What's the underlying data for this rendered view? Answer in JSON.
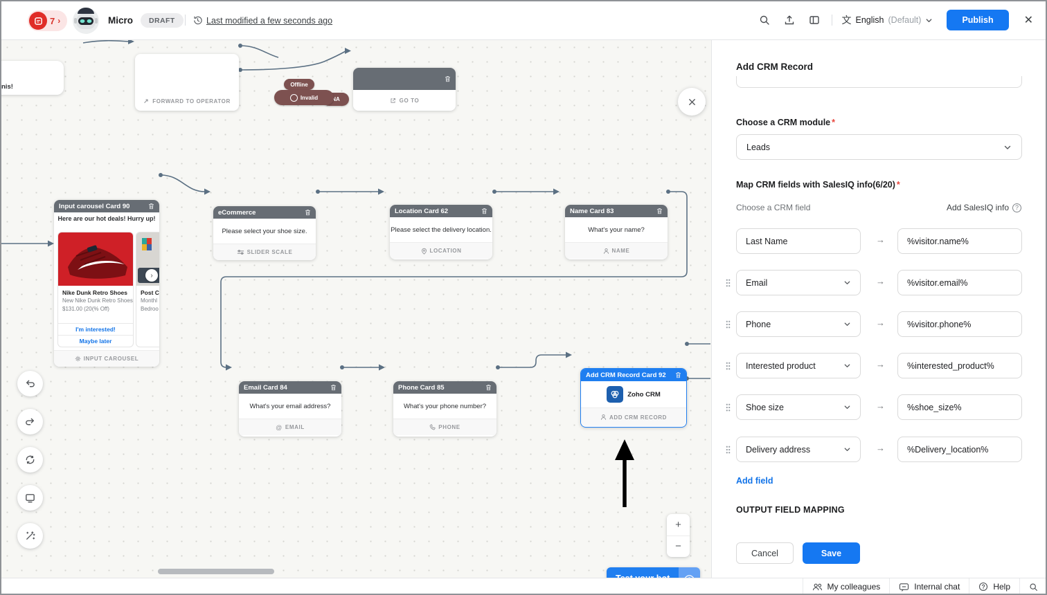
{
  "header": {
    "notif_count": "7",
    "notif_chevron": "›",
    "bot_name": "Micro",
    "status_badge": "DRAFT",
    "last_modified": "Last modified a few seconds ago",
    "translate_glyph": "文",
    "language": "English",
    "language_variant": "(Default)",
    "publish_label": "Publish",
    "close_glyph": "✕"
  },
  "canvas": {
    "partial_card_text": "nis!",
    "forward_card": {
      "label": "FORWARD TO OPERATOR",
      "arrow_glyph": "↗"
    },
    "goto_card": {
      "label": "GO TO"
    },
    "badges": {
      "offline": "Offline",
      "invalid": "Invalid",
      "na": "NA"
    },
    "carousel_card": {
      "title": "Input carousel Card 90",
      "message": "Here are our hot deals! Hurry up!",
      "product_title": "Nike Dunk Retro Shoes",
      "product_desc": "New Nike Dunk Retro Shoes",
      "product_price": "$131.00 (20(% Off)",
      "button1": "I'm interested!",
      "button2": "Maybe later",
      "next_glyph": "›",
      "next_title": "Post Cl",
      "next_desc1": "Monthl",
      "next_desc2": "Bedroo",
      "footer": "INPUT CAROUSEL"
    },
    "ecommerce_card": {
      "title": "eCommerce",
      "message": "Please select your shoe size.",
      "footer": "SLIDER SCALE"
    },
    "location_card": {
      "title": "Location Card 62",
      "message": "Please select the delivery location.",
      "footer": "LOCATION"
    },
    "name_card": {
      "title": "Name Card 83",
      "message": "What's your name?",
      "footer": "NAME"
    },
    "email_card": {
      "title": "Email Card 84",
      "message": "What's your email address?",
      "footer": "EMAIL"
    },
    "phone_card": {
      "title": "Phone Card 85",
      "message": "What's your phone number?",
      "footer": "PHONE"
    },
    "crm_card": {
      "title": "Add CRM Record Card 92",
      "service": "Zoho CRM",
      "footer": "ADD CRM RECORD"
    },
    "test_bot_label": "Test your bot",
    "zoom_in": "+",
    "zoom_out": "−"
  },
  "panel": {
    "title": "Add CRM Record",
    "module_label": "Choose a CRM module",
    "required_mark": "*",
    "module_value": "Leads",
    "map_label": "Map CRM fields with SalesIQ info(6/20)",
    "col_left": "Choose a CRM field",
    "col_right": "Add SalesIQ info",
    "help_glyph": "?",
    "rows": [
      {
        "field": "Last Name",
        "value": "%visitor.name%"
      },
      {
        "field": "Email",
        "value": "%visitor.email%"
      },
      {
        "field": "Phone",
        "value": "%visitor.phone%"
      },
      {
        "field": "Interested product",
        "value": "%interested_product%"
      },
      {
        "field": "Shoe size",
        "value": "%shoe_size%"
      },
      {
        "field": "Delivery address",
        "value": "%Delivery_location%"
      }
    ],
    "add_field": "Add field",
    "output_heading": "OUTPUT FIELD MAPPING",
    "cancel": "Cancel",
    "save": "Save"
  },
  "statusbar": {
    "colleagues": "My colleagues",
    "internal_chat": "Internal chat",
    "help": "Help"
  },
  "colors": {
    "accent_blue": "#1f7ef0",
    "publish_blue": "#1578f2",
    "brand_red": "#e02d28",
    "connector_gray": "#5b7083",
    "invalid_badge": "#7d5150",
    "link_blue": "#1173e8"
  }
}
